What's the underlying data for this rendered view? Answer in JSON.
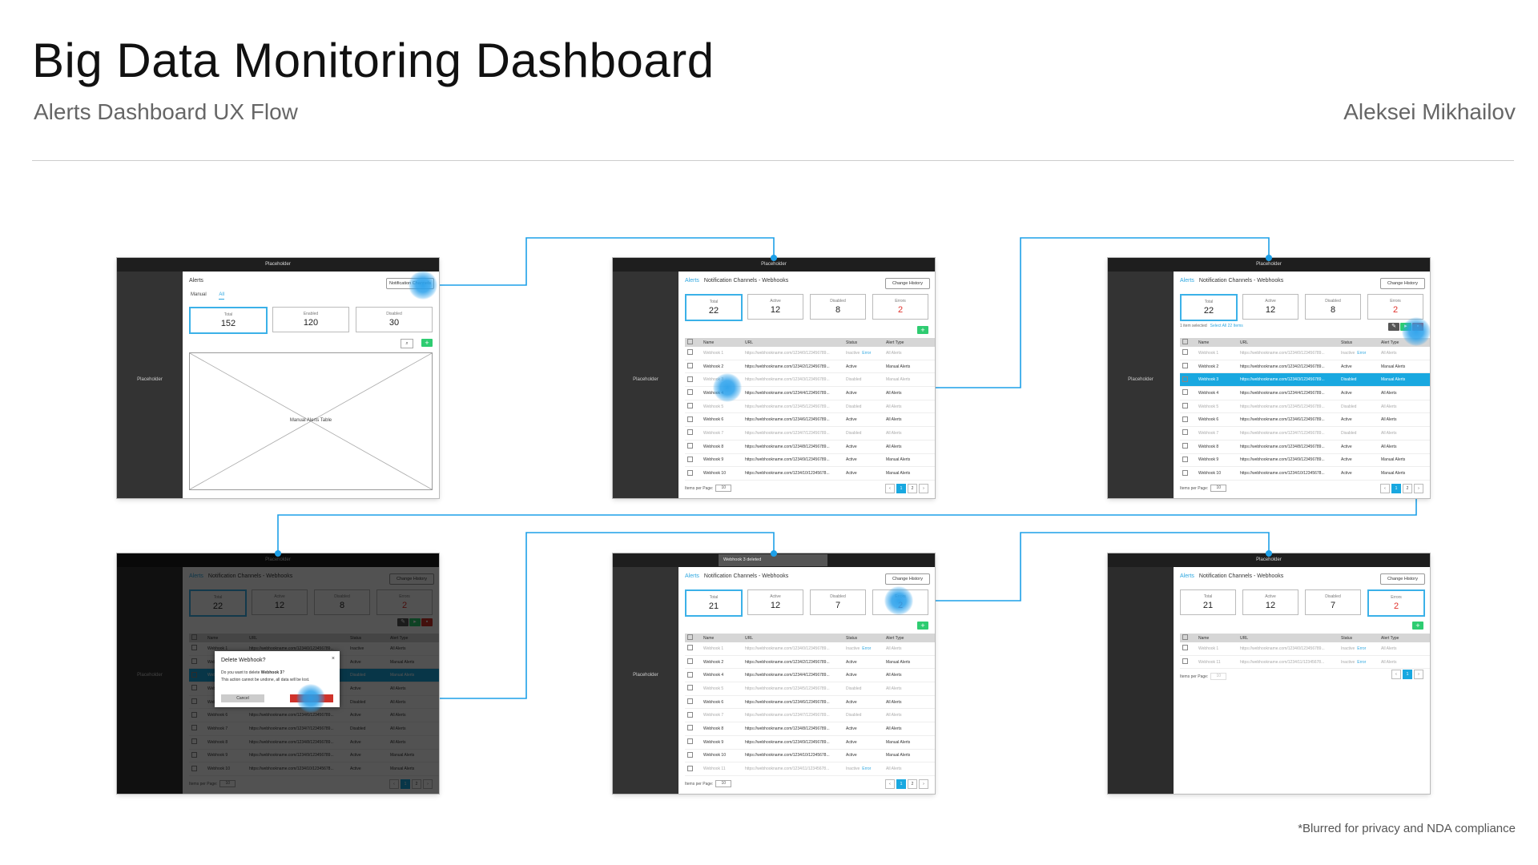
{
  "header": {
    "title": "Big Data Monitoring Dashboard",
    "subtitle": "Alerts Dashboard UX Flow",
    "author": "Aleksei Mikhailov"
  },
  "footnote": "*Blurred for privacy and NDA compliance",
  "colors": {
    "accent": "#1da0e8",
    "add": "#2ecc71",
    "error": "#e1312b",
    "topbar": "#1e1e1e",
    "sidebar": "#333333"
  },
  "common": {
    "placeholder": "Placeholder",
    "crumb_root": "Alerts",
    "crumb_page": "Notification Channels - Webhooks",
    "change_history": "Change History",
    "items_per_page": "Items per Page:",
    "per_page_value": "10",
    "kpi_labels": {
      "total": "Total",
      "active": "Active",
      "disabled": "Disabled",
      "errors": "Errors"
    },
    "columns": [
      "Name",
      "URL",
      "Status",
      "Alert Type"
    ]
  },
  "screen1": {
    "title": "Alerts",
    "button": "Notification Channels",
    "tabs": [
      "Manual",
      "All"
    ],
    "kpis": [
      {
        "label": "Total",
        "value": "152"
      },
      {
        "label": "Enabled",
        "value": "120"
      },
      {
        "label": "Disabled",
        "value": "30"
      }
    ],
    "table_placeholder": "Manual Alerts Table"
  },
  "screen2": {
    "kpis": [
      "22",
      "12",
      "8",
      "2"
    ],
    "rows": [
      {
        "name": "Webhook 1",
        "url": "https://webhookname.com/1234/0/123456789...",
        "status": "Inactive",
        "status_link": "Error",
        "type": "All Alerts",
        "dim": true
      },
      {
        "name": "Webhook 2",
        "url": "https://webhookname.com/1234/2/123456789...",
        "status": "Active",
        "type": "Manual Alerts"
      },
      {
        "name": "Webhook 3",
        "url": "https://webhookname.com/1234/3/123456789...",
        "status": "Disabled",
        "type": "Manual Alerts",
        "dim": true
      },
      {
        "name": "Webhook 4",
        "url": "https://webhookname.com/1234/4/123456789...",
        "status": "Active",
        "type": "All Alerts"
      },
      {
        "name": "Webhook 5",
        "url": "https://webhookname.com/1234/5/123456789...",
        "status": "Disabled",
        "type": "All Alerts",
        "dim": true
      },
      {
        "name": "Webhook 6",
        "url": "https://webhookname.com/1234/6/123456789...",
        "status": "Active",
        "type": "All Alerts"
      },
      {
        "name": "Webhook 7",
        "url": "https://webhookname.com/1234/7/123456789...",
        "status": "Disabled",
        "type": "All Alerts",
        "dim": true
      },
      {
        "name": "Webhook 8",
        "url": "https://webhookname.com/1234/8/123456789...",
        "status": "Active",
        "type": "All Alerts"
      },
      {
        "name": "Webhook 9",
        "url": "https://webhookname.com/1234/9/123456789...",
        "status": "Active",
        "type": "Manual Alerts"
      },
      {
        "name": "Webhook 10",
        "url": "https://webhookname.com/1234/10/12345678...",
        "status": "Active",
        "type": "Manual Alerts"
      }
    ],
    "pages": [
      "‹",
      "1",
      "2",
      "›"
    ]
  },
  "screen3": {
    "kpis": [
      "22",
      "12",
      "8",
      "2"
    ],
    "selected_info": "1 item selected",
    "select_all": "Select All 22 Items",
    "rows": [
      {
        "name": "Webhook 1",
        "url": "https://webhookname.com/1234/0/123456789...",
        "status": "Inactive",
        "status_link": "Error",
        "type": "All Alerts",
        "dim": true
      },
      {
        "name": "Webhook 2",
        "url": "https://webhookname.com/1234/2/123456789...",
        "status": "Active",
        "type": "Manual Alerts"
      },
      {
        "name": "Webhook 3",
        "url": "https://webhookname.com/1234/3/123456789...",
        "status": "Disabled",
        "type": "Manual Alerts",
        "selected": true
      },
      {
        "name": "Webhook 4",
        "url": "https://webhookname.com/1234/4/123456789...",
        "status": "Active",
        "type": "All Alerts"
      },
      {
        "name": "Webhook 5",
        "url": "https://webhookname.com/1234/5/123456789...",
        "status": "Disabled",
        "type": "All Alerts",
        "dim": true
      },
      {
        "name": "Webhook 6",
        "url": "https://webhookname.com/1234/6/123456789...",
        "status": "Active",
        "type": "All Alerts"
      },
      {
        "name": "Webhook 7",
        "url": "https://webhookname.com/1234/7/123456789...",
        "status": "Disabled",
        "type": "All Alerts",
        "dim": true
      },
      {
        "name": "Webhook 8",
        "url": "https://webhookname.com/1234/8/123456789...",
        "status": "Active",
        "type": "All Alerts"
      },
      {
        "name": "Webhook 9",
        "url": "https://webhookname.com/1234/9/123456789...",
        "status": "Active",
        "type": "Manual Alerts"
      },
      {
        "name": "Webhook 10",
        "url": "https://webhookname.com/1234/10/12345678...",
        "status": "Active",
        "type": "Manual Alerts"
      }
    ],
    "pages": [
      "‹",
      "1",
      "2",
      "›"
    ]
  },
  "screen4": {
    "kpis": [
      "22",
      "12",
      "8",
      "2"
    ],
    "dialog": {
      "title": "Delete Webhook?",
      "close": "×",
      "question_prefix": "Do you want to delete ",
      "question_name": "Webhook 3",
      "question_suffix": "?",
      "warning": "This action cannot be undone, all data will be lost.",
      "cancel": "Cancel"
    },
    "rows": [
      {
        "name": "Webhook 1",
        "url": "https://webhookname.com/1234/0/123456789...",
        "status": "Inactive",
        "type": "All Alerts"
      },
      {
        "name": "Webhook 2",
        "url": "https://webhookname.com/1234/2/123456789...",
        "status": "Active",
        "type": "Manual Alerts"
      },
      {
        "name": "Webhook 3",
        "url": "https://webhookname.com/1234/3/123456789...",
        "status": "Disabled",
        "type": "Manual Alerts",
        "selected": true
      },
      {
        "name": "Webhook 4",
        "url": "https://webhookname.com/1234/4/123456789...",
        "status": "Active",
        "type": "All Alerts"
      },
      {
        "name": "Webhook 5",
        "url": "https://webhookname.com/1234/5/123456789...",
        "status": "Disabled",
        "type": "All Alerts"
      },
      {
        "name": "Webhook 6",
        "url": "https://webhookname.com/1234/6/123456789...",
        "status": "Active",
        "type": "All Alerts"
      },
      {
        "name": "Webhook 7",
        "url": "https://webhookname.com/1234/7/123456789...",
        "status": "Disabled",
        "type": "All Alerts"
      },
      {
        "name": "Webhook 8",
        "url": "https://webhookname.com/1234/8/123456789...",
        "status": "Active",
        "type": "All Alerts"
      },
      {
        "name": "Webhook 9",
        "url": "https://webhookname.com/1234/9/123456789...",
        "status": "Active",
        "type": "Manual Alerts"
      },
      {
        "name": "Webhook 10",
        "url": "https://webhookname.com/1234/10/12345678...",
        "status": "Active",
        "type": "Manual Alerts"
      }
    ],
    "pages": [
      "‹",
      "1",
      "2",
      "›"
    ]
  },
  "screen5": {
    "toast": "Webhook 3 deleted",
    "kpis": [
      "21",
      "12",
      "7",
      "2"
    ],
    "rows": [
      {
        "name": "Webhook 1",
        "url": "https://webhookname.com/1234/0/123456789...",
        "status": "Inactive",
        "status_link": "Error",
        "type": "All Alerts",
        "dim": true
      },
      {
        "name": "Webhook 2",
        "url": "https://webhookname.com/1234/2/123456789...",
        "status": "Active",
        "type": "Manual Alerts"
      },
      {
        "name": "Webhook 4",
        "url": "https://webhookname.com/1234/4/123456789...",
        "status": "Active",
        "type": "All Alerts"
      },
      {
        "name": "Webhook 5",
        "url": "https://webhookname.com/1234/5/123456789...",
        "status": "Disabled",
        "type": "All Alerts",
        "dim": true
      },
      {
        "name": "Webhook 6",
        "url": "https://webhookname.com/1234/6/123456789...",
        "status": "Active",
        "type": "All Alerts"
      },
      {
        "name": "Webhook 7",
        "url": "https://webhookname.com/1234/7/123456789...",
        "status": "Disabled",
        "type": "All Alerts",
        "dim": true
      },
      {
        "name": "Webhook 8",
        "url": "https://webhookname.com/1234/8/123456789...",
        "status": "Active",
        "type": "All Alerts"
      },
      {
        "name": "Webhook 9",
        "url": "https://webhookname.com/1234/9/123456789...",
        "status": "Active",
        "type": "Manual Alerts"
      },
      {
        "name": "Webhook 10",
        "url": "https://webhookname.com/1234/10/12345678...",
        "status": "Active",
        "type": "Manual Alerts"
      },
      {
        "name": "Webhook 11",
        "url": "https://webhookname.com/1234/11/12345678...",
        "status": "Inactive",
        "status_link": "Error",
        "type": "All Alerts",
        "dim": true
      }
    ],
    "pages": [
      "‹",
      "1",
      "2",
      "›"
    ]
  },
  "screen6": {
    "kpis": [
      "21",
      "12",
      "7",
      "2"
    ],
    "rows": [
      {
        "name": "Webhook 1",
        "url": "https://webhookname.com/1234/0/123456789...",
        "status": "Inactive",
        "status_link": "Error",
        "type": "All Alerts",
        "dim": true
      },
      {
        "name": "Webhook 11",
        "url": "https://webhookname.com/1234/11/12345678...",
        "status": "Inactive",
        "status_link": "Error",
        "type": "All Alerts",
        "dim": true
      }
    ],
    "pages": [
      "‹",
      "1",
      "›"
    ]
  }
}
